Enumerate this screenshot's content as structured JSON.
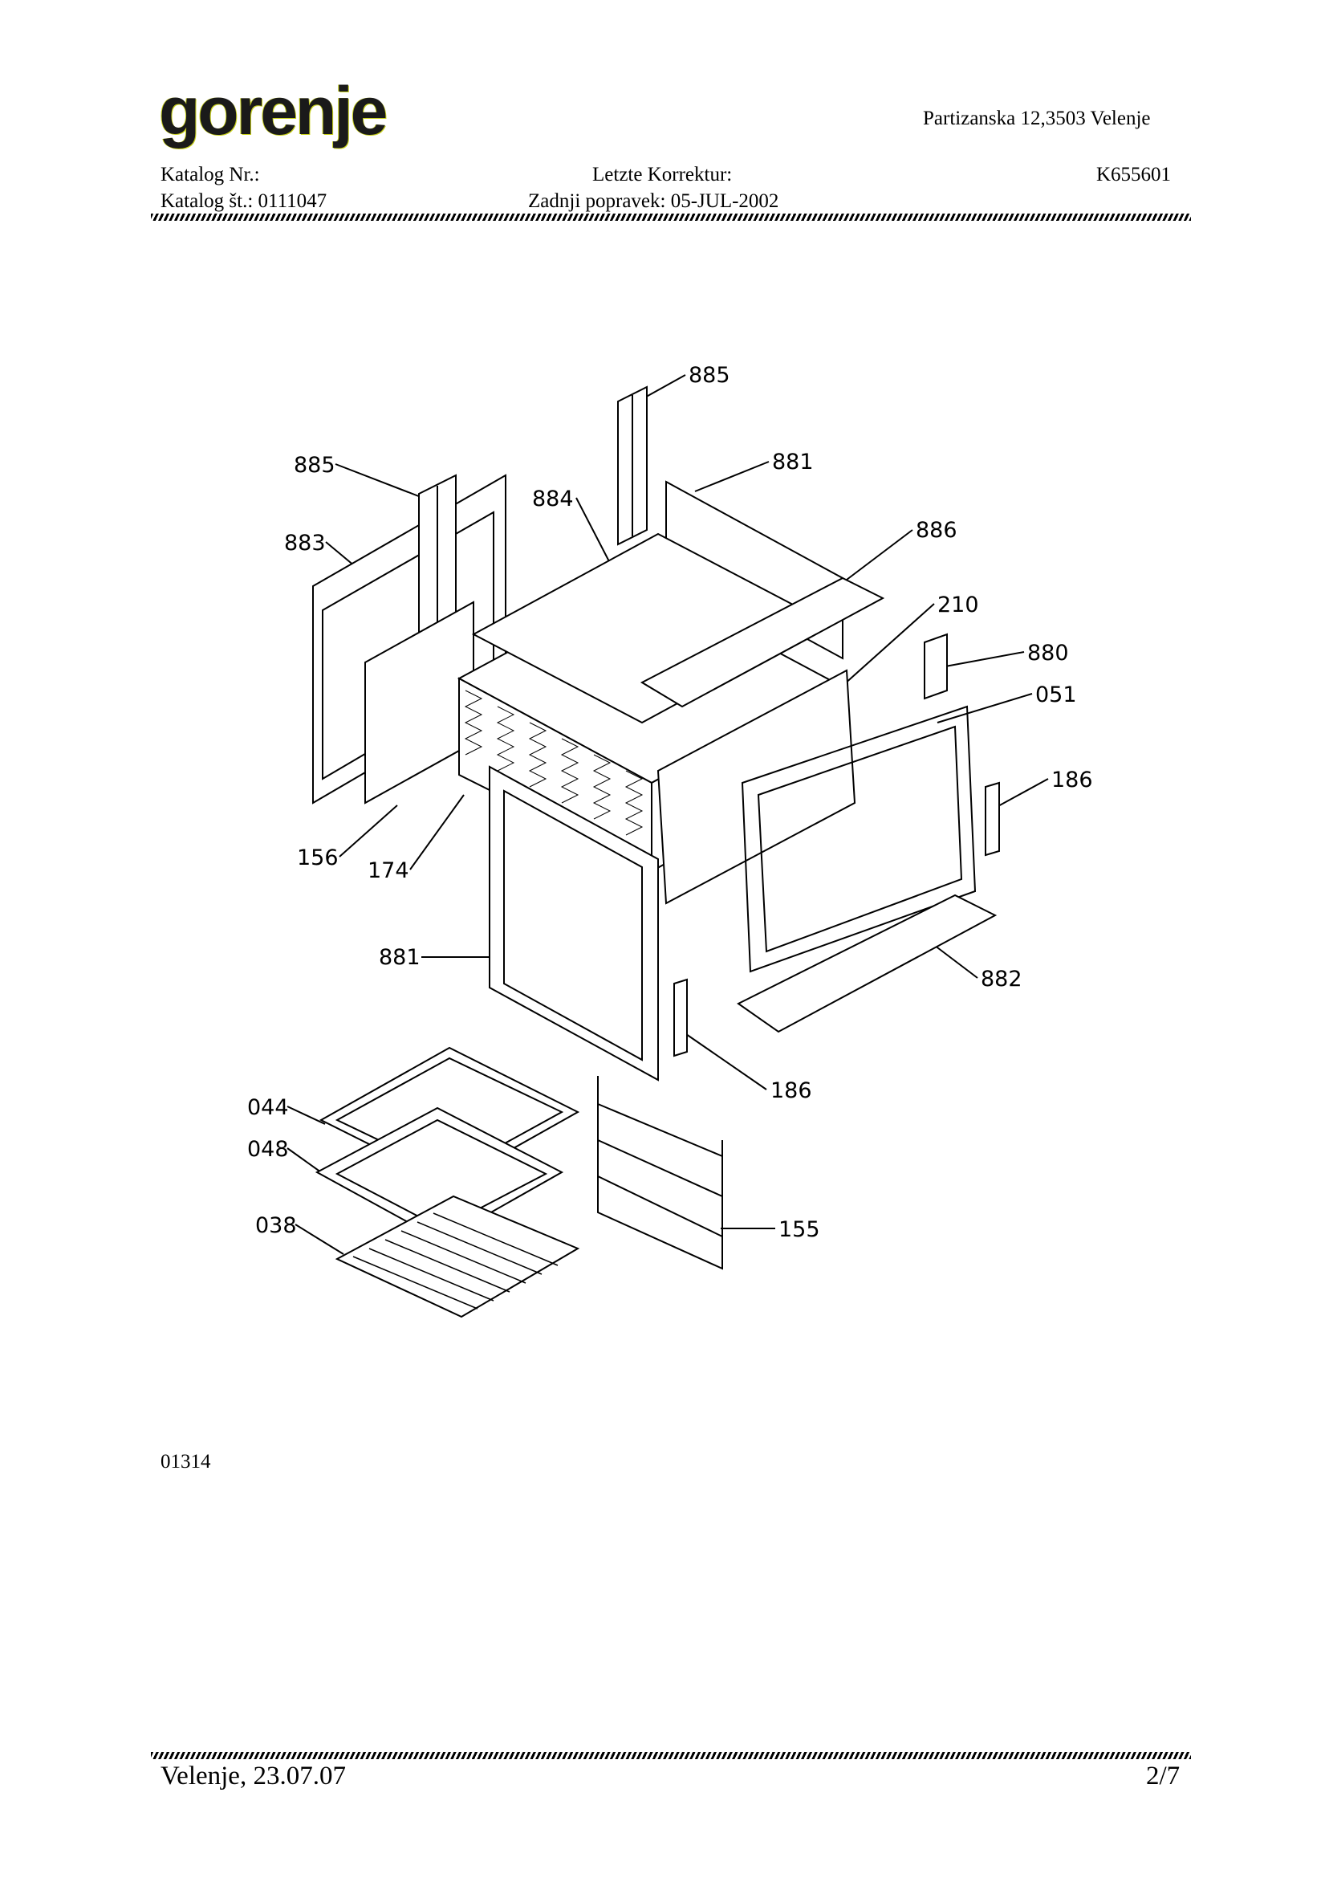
{
  "header": {
    "logo_text": "gorenje",
    "address": "Partizanska 12,3503 Velenje",
    "catalog_label_de": "Katalog Nr.:",
    "catalog_label_sl": "Katalog št.: 0111047",
    "correction_label_de": "Letzte Korrektur:",
    "correction_label_sl": "Zadnji popravek: 05-JUL-2002",
    "model_code": "K655601"
  },
  "diagram": {
    "part_labels": [
      "885",
      "881",
      "885",
      "884",
      "886",
      "883",
      "210",
      "880",
      "051",
      "186",
      "156",
      "174",
      "881",
      "882",
      "186",
      "044",
      "048",
      "038",
      "155"
    ]
  },
  "drawing_code": "01314",
  "footer": {
    "place_date": "Velenje, 23.07.07",
    "page": "2/7"
  }
}
